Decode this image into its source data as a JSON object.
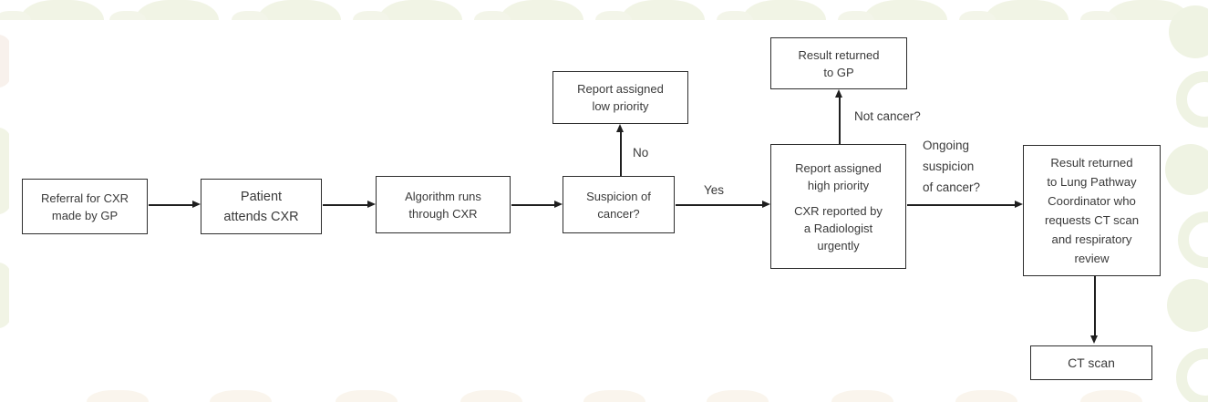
{
  "flowchart": {
    "nodes": [
      {
        "id": "referral",
        "lines": [
          "Referral for CXR",
          "made by GP"
        ]
      },
      {
        "id": "patient",
        "lines": [
          "Patient",
          "attends CXR"
        ]
      },
      {
        "id": "algorithm",
        "lines": [
          "Algorithm runs",
          "through CXR"
        ]
      },
      {
        "id": "suspicion",
        "lines": [
          "Suspicion of",
          "cancer?"
        ]
      },
      {
        "id": "low_priority",
        "lines": [
          "Report assigned",
          "low priority"
        ]
      },
      {
        "id": "result_gp",
        "lines": [
          "Result returned",
          "to GP"
        ]
      },
      {
        "id": "high_priority",
        "lines": [
          "Report assigned",
          "high priority",
          "",
          "CXR reported by",
          "a Radiologist",
          "urgently"
        ]
      },
      {
        "id": "lung_pathway",
        "lines": [
          "Result returned",
          "to Lung Pathway",
          "Coordinator who",
          "requests CT scan",
          "and respiratory",
          "review"
        ]
      },
      {
        "id": "ct_scan",
        "lines": [
          "CT scan"
        ]
      }
    ],
    "labels": {
      "no": "No",
      "yes": "Yes",
      "not_cancer": "Not cancer?",
      "ongoing_line1": "Ongoing",
      "ongoing_line2": "suspicion",
      "ongoing_line3": "of cancer?"
    }
  },
  "colors": {
    "node_border": "#2d2d2d",
    "node_fill": "#ffffff",
    "text": "#3a3a3a",
    "arrow": "#1f1f1f",
    "pattern_green": "#f1f4e5",
    "pattern_ring_green": "#eff3e3",
    "pattern_beige": "#faf5ed",
    "canvas": "#ffffff"
  }
}
